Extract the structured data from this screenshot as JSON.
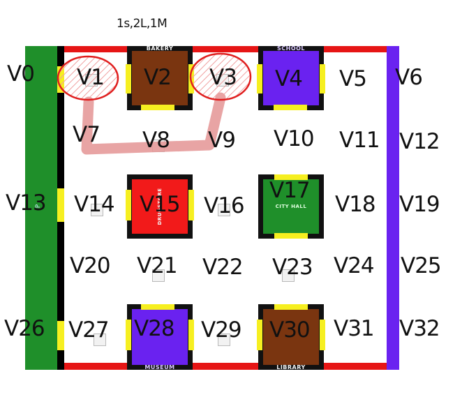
{
  "note": "1s,2L,1M",
  "colors": {
    "park": "#1f8f2a",
    "right_road": "#6a22f0",
    "road_edge": "#e61515",
    "door": "#f6ef20",
    "bakery": "#7a3510",
    "school": "#6a22f0",
    "drugstore": "#f21a1a",
    "city_hall": "#1f8f2a",
    "museum": "#6a22f0",
    "library": "#7a3510",
    "route": "#e59a9a",
    "circle": "#e01e1e"
  },
  "map": {
    "left_strip_text": "P",
    "buildings": {
      "bakery": "BAKERY",
      "school": "SCHOOL",
      "drugstore": "DRUGSTORE",
      "city_hall": "CITY HALL",
      "museum": "MUSEUM",
      "library": "LIBRARY"
    }
  },
  "vertices": {
    "v0": "V0",
    "v1": "V1",
    "v2": "V2",
    "v3": "V3",
    "v4": "V4",
    "v5": "V5",
    "v6": "V6",
    "v7": "V7",
    "v8": "V8",
    "v9": "V9",
    "v10": "V10",
    "v11": "V11",
    "v12": "V12",
    "v13": "V13",
    "v14": "V14",
    "v15": "V15",
    "v16": "V16",
    "v17": "V17",
    "v18": "V18",
    "v19": "V19",
    "v20": "V20",
    "v21": "V21",
    "v22": "V22",
    "v23": "V23",
    "v24": "V24",
    "v25": "V25",
    "v26": "V26",
    "v27": "V27",
    "v28": "V28",
    "v29": "V29",
    "v30": "V30",
    "v31": "V31",
    "v32": "V32"
  },
  "highlighted_vertices": [
    "V1",
    "V3"
  ],
  "route": [
    "V1",
    "V7",
    "V8",
    "V9",
    "V3"
  ]
}
